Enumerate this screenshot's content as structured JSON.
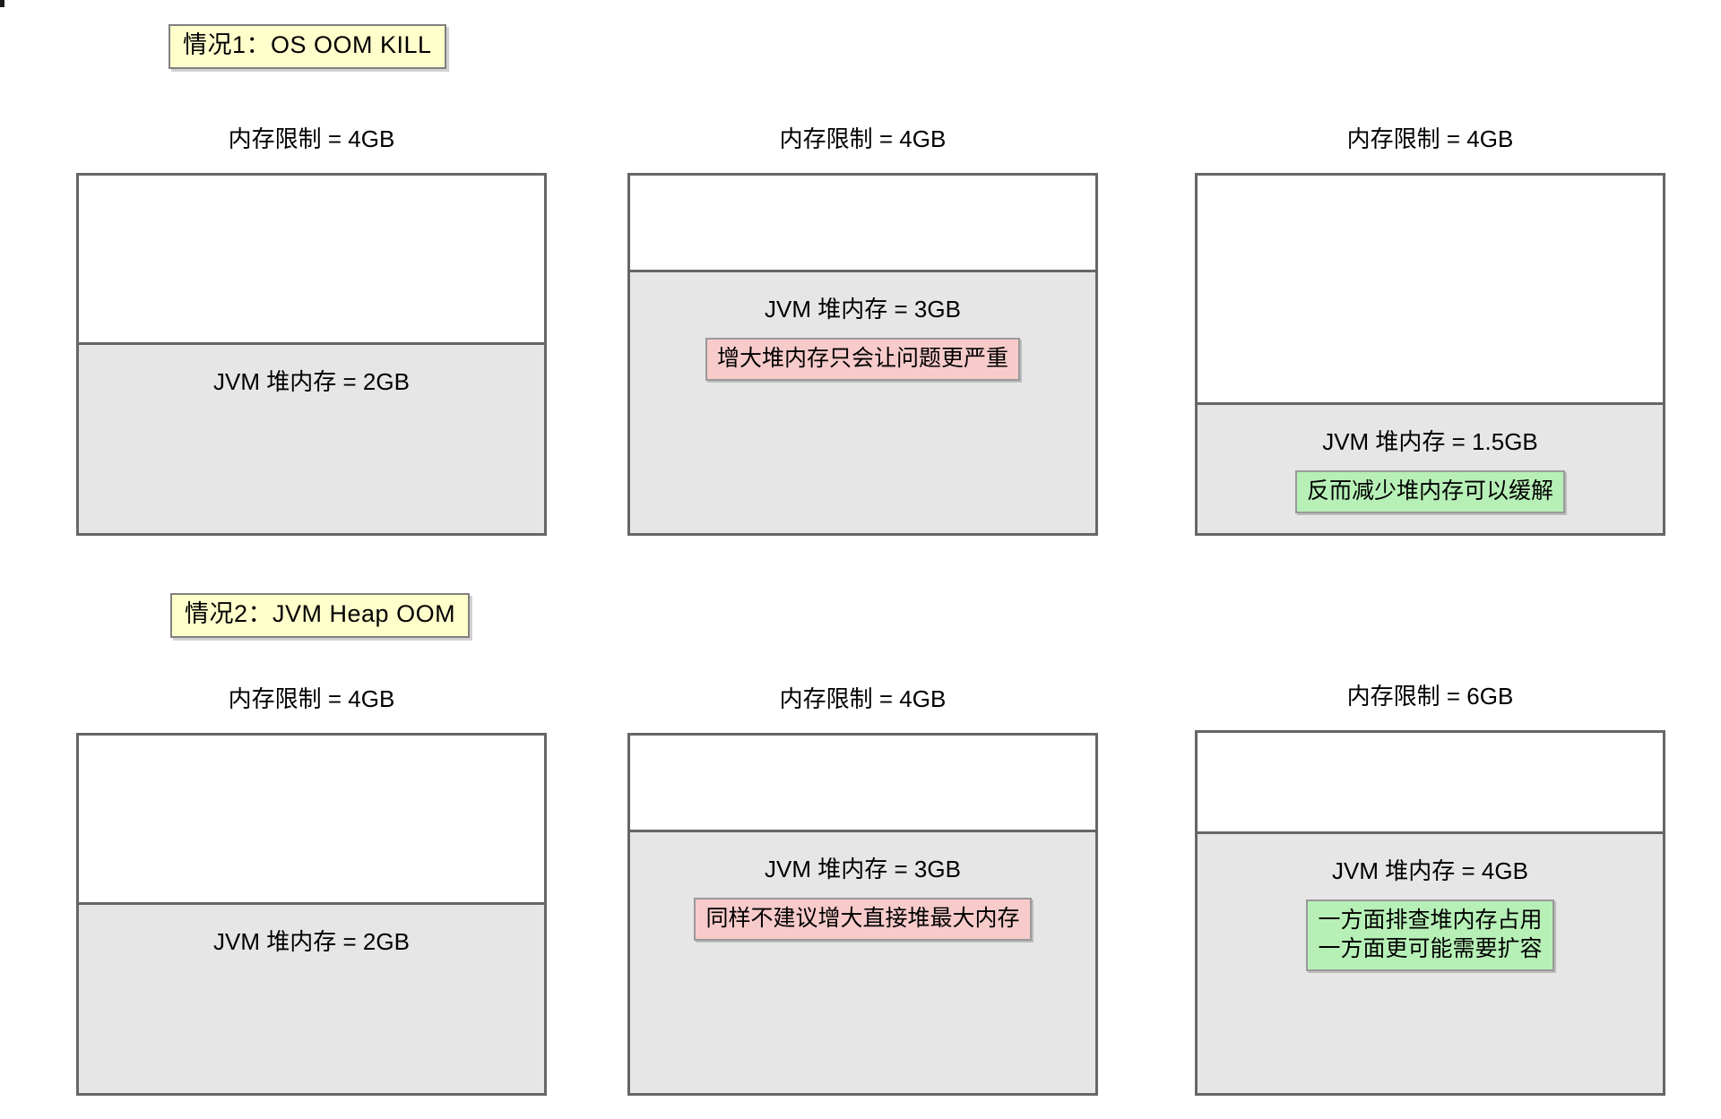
{
  "diagram": {
    "title_chips": [
      {
        "id": "case-1",
        "label": "情况1：OS OOM KILL"
      },
      {
        "id": "case-2",
        "label": "情况2：JVM Heap OOM"
      }
    ],
    "colors": {
      "chip_background": "#FFFFCC",
      "box_border": "#666666",
      "heap_fill": "#E6E6E6",
      "free_fill": "#FFFFFF",
      "warning_annotation": "#F8CBCB",
      "good_annotation": "#B7F0B7",
      "text": "#000000",
      "page_background": "#FFFFFF"
    },
    "rows": [
      {
        "id": "row-os-oom-kill",
        "header": "情况1：OS OOM KILL",
        "panels": [
          {
            "id": "panel-1-1",
            "caption": "内存限制 = 4GB",
            "memory_limit_gb": 4,
            "heap_label": "JVM 堆内存 = 2GB",
            "heap_gb": 2,
            "annotation": null,
            "annotation_type": "none"
          },
          {
            "id": "panel-1-2",
            "caption": "内存限制 = 4GB",
            "memory_limit_gb": 4,
            "heap_label": "JVM 堆内存 = 3GB",
            "heap_gb": 3,
            "annotation": [
              "增大堆内存只会让问题更严重"
            ],
            "annotation_type": "warn"
          },
          {
            "id": "panel-1-3",
            "caption": "内存限制 = 4GB",
            "memory_limit_gb": 4,
            "heap_label": "JVM 堆内存 = 1.5GB",
            "heap_gb": 1.5,
            "annotation": [
              "反而减少堆内存可以缓解"
            ],
            "annotation_type": "good"
          }
        ]
      },
      {
        "id": "row-jvm-heap-oom",
        "header": "情况2：JVM Heap OOM",
        "panels": [
          {
            "id": "panel-2-1",
            "caption": "内存限制 = 4GB",
            "memory_limit_gb": 4,
            "heap_label": "JVM 堆内存 = 2GB",
            "heap_gb": 2,
            "annotation": null,
            "annotation_type": "none"
          },
          {
            "id": "panel-2-2",
            "caption": "内存限制 = 4GB",
            "memory_limit_gb": 4,
            "heap_label": "JVM 堆内存 = 3GB",
            "heap_gb": 3,
            "annotation": [
              "同样不建议增大直接堆最大内存"
            ],
            "annotation_type": "warn"
          },
          {
            "id": "panel-2-3",
            "caption": "内存限制 = 6GB",
            "memory_limit_gb": 6,
            "heap_label": "JVM 堆内存 = 4GB",
            "heap_gb": 4,
            "annotation": [
              "一方面排查堆内存占用",
              "一方面更可能需要扩容"
            ],
            "annotation_type": "good"
          }
        ]
      }
    ]
  }
}
